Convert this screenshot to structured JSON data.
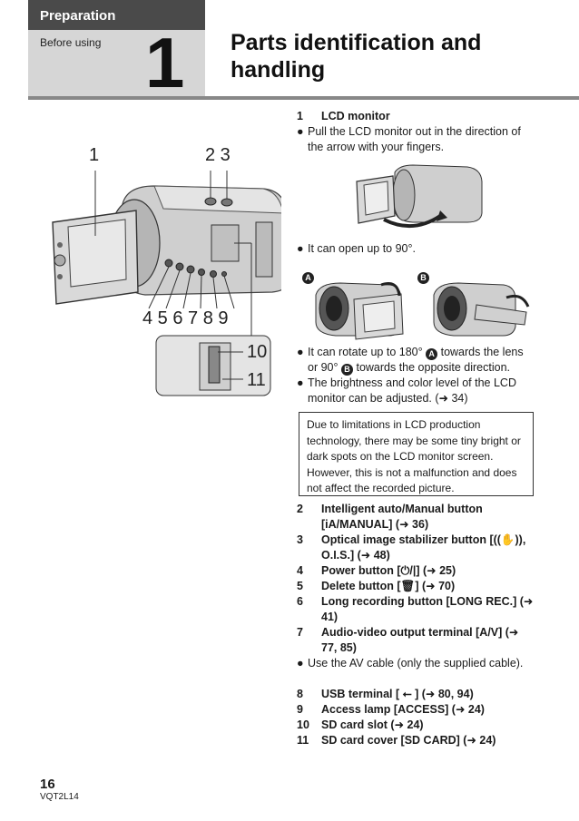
{
  "header": {
    "tab": "Preparation",
    "subtitle": "Before using",
    "chapter_number": "1",
    "title_line1": "Parts identification and",
    "title_line2": "handling"
  },
  "figure_main": {
    "callouts": [
      "1",
      "2 3",
      "4 5 6 7 8 9",
      "10",
      "11"
    ]
  },
  "figure_labels": {
    "a": "A",
    "b": "B"
  },
  "section1": {
    "heading_num": "1",
    "heading": "LCD monitor",
    "bullet1": "Pull the LCD monitor out in the direction of the arrow with your fingers.",
    "bullet2": "It can open up to 90°.",
    "bullet3_part1": "It can rotate up to 180°",
    "bullet3_part2": "towards the lens or 90°",
    "bullet3_part3": "towards the opposite direction.",
    "bullet4": "The brightness and color level of the LCD monitor can be adjusted. (➜ 34)"
  },
  "note": "Due to limitations in LCD production technology, there may be some tiny bright or dark spots on the LCD monitor screen. However, this is not a malfunction and does not affect the recorded picture.",
  "items": [
    {
      "num": "2",
      "text": "Intelligent auto/Manual button [iA/MANUAL] (➜ 36)"
    },
    {
      "num": "3",
      "text": "Optical image stabilizer button [((✋)), O.I.S.] (➜ 48)"
    },
    {
      "num": "4",
      "text": "Power button [⏻/|] (➜ 25)"
    },
    {
      "num": "5",
      "text": "Delete button [🗑] (➜ 70)"
    },
    {
      "num": "6",
      "text": "Long recording button [LONG REC.] (➜ 41)"
    },
    {
      "num": "7",
      "text": "Audio-video output terminal [A/V] (➜ 77, 85)"
    },
    {
      "num": "8",
      "text": "USB terminal [ ⭠ ] (➜ 80, 94)"
    },
    {
      "num": "9",
      "text": "Access lamp [ACCESS] (➜ 24)"
    },
    {
      "num": "10",
      "text": "SD card slot (➜ 24)"
    },
    {
      "num": "11",
      "text": "SD card cover [SD CARD] (➜ 24)"
    }
  ],
  "av_bullet": "Use the AV cable (only the supplied cable).",
  "footer": {
    "page": "16",
    "code": "VQT2L14"
  }
}
